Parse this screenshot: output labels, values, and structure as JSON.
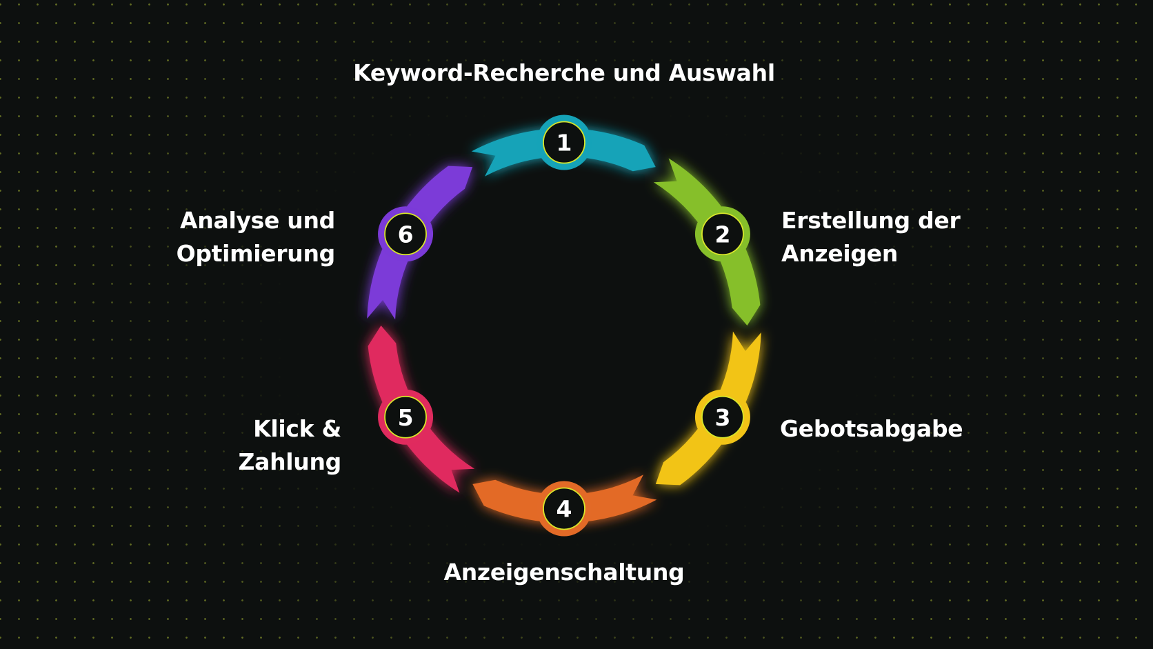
{
  "steps": [
    {
      "number": "1",
      "label": [
        "Keyword-Recherche und Auswahl"
      ],
      "color": "#15a3b8"
    },
    {
      "number": "2",
      "label": [
        "Erstellung der",
        "Anzeigen"
      ],
      "color": "#86bf2a"
    },
    {
      "number": "3",
      "label": [
        "Gebotsabgabe"
      ],
      "color": "#f2c417"
    },
    {
      "number": "4",
      "label": [
        "Anzeigenschaltung"
      ],
      "color": "#e36a27"
    },
    {
      "number": "5",
      "label": [
        "Klick &",
        "Zahlung"
      ],
      "color": "#e02b5e"
    },
    {
      "number": "6",
      "label": [
        "Analyse und",
        "Optimierung"
      ],
      "color": "#7b3ad8"
    }
  ],
  "ring_ring_color": "#d8e62a"
}
